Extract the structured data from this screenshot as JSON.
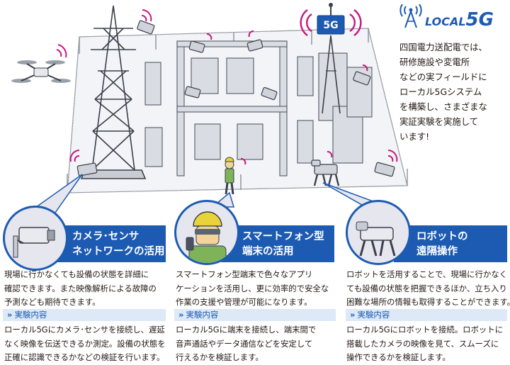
{
  "logo": {
    "text_main": "LOCAL",
    "text_num": "5G"
  },
  "tower_sign": "5G",
  "intro_lines": [
    "四国電力送配電では、",
    "研修施設や変電所",
    "などの実フィールドに",
    "ローカル5Gシステム",
    "を構築し、さまざまな",
    "実証実験を実施して",
    "います!"
  ],
  "sections": [
    {
      "title_lines": [
        "カメラ･センサ",
        "ネットワークの活用"
      ],
      "desc_lines": [
        "現場に行かなくても設備の状態を詳細に",
        "確認できます。また映像解析による故障の",
        "予測なども期待できます。"
      ],
      "subhead": "実験内容",
      "detail_lines": [
        "ローカル5Gにカメラ･センサを接続し、遅延",
        "なく映像を伝送できるか測定。設備の状態を",
        "正確に認識できるかなどの検証を行います。"
      ]
    },
    {
      "title_lines": [
        "スマートフォン型",
        "端末の活用"
      ],
      "desc_lines": [
        "スマートフォン型端末で色々なアプリ",
        "ケーションを活用し、更に効率的で安全な",
        "作業の支援や管理が可能になります。"
      ],
      "subhead": "実験内容",
      "detail_lines": [
        "ローカル5Gに端末を接続し、端末間で",
        "音声通話やデータ通信などを安定して",
        "行えるかを検証します。"
      ]
    },
    {
      "title_lines": [
        "ロボットの",
        "遠隔操作"
      ],
      "desc_lines": [
        "ロボットを活用することで、現場に行かなく",
        "ても設備の状態を把握できるほか、立ち入り",
        "困難な場所の情報も取得することができます。"
      ],
      "subhead": "実験内容",
      "detail_lines": [
        "ローカル5Gにロボットを接続。ロボットに",
        "搭載したカメラの映像を見て、スムーズに",
        "操作できるかを検証します。"
      ]
    }
  ],
  "colors": {
    "brand_blue": "#1d5bb3",
    "signal_magenta": "#c8157f",
    "light_blue": "#dde9f7"
  },
  "icons": [
    "antenna-icon",
    "drone-icon",
    "camera-icon",
    "smartphone-icon",
    "robot-dog-icon",
    "steel-tower-icon"
  ]
}
